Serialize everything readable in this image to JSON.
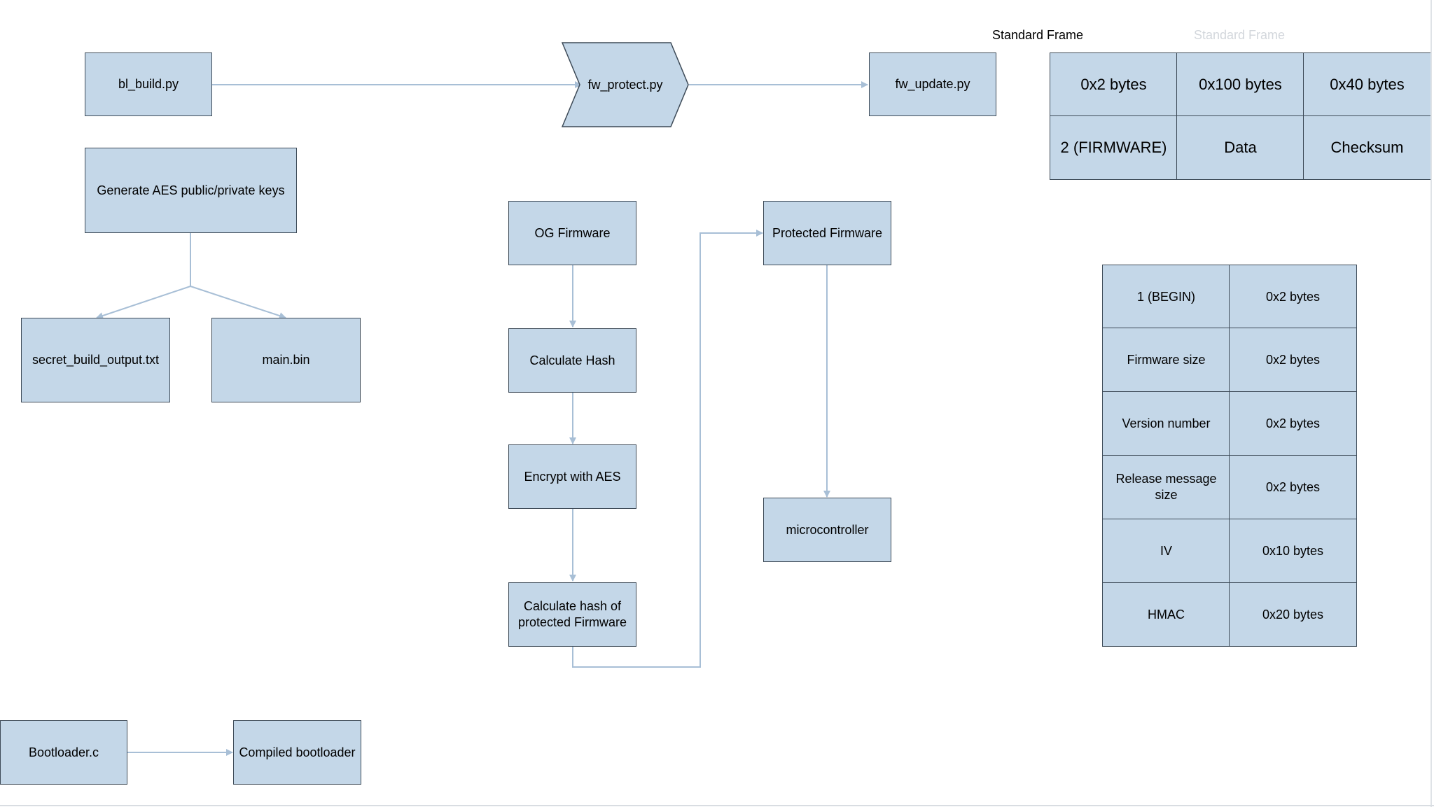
{
  "nodes": {
    "bl_build": "bl_build.py",
    "fw_protect": "fw_protect.py",
    "fw_update": "fw_update.py",
    "gen_keys": "Generate AES public/private keys",
    "secret_output": "secret_build_output.txt",
    "main_bin": "main.bin",
    "og_firmware": "OG Firmware",
    "calc_hash": "Calculate Hash",
    "encrypt_aes": "Encrypt with AES",
    "calc_hash_protected": "Calculate hash of protected Firmware",
    "protected_firmware": "Protected Firmware",
    "microcontroller": "microcontroller",
    "bootloader_c": "Bootloader.c",
    "compiled_bootloader": "Compiled bootloader"
  },
  "standard_frame": {
    "title": "Standard Frame",
    "title_faded": "Standard Frame",
    "rows": [
      [
        "0x2 bytes",
        "0x100 bytes",
        "0x40 bytes"
      ],
      [
        "2 (FIRMWARE)",
        "Data",
        "Checksum"
      ]
    ]
  },
  "begin_frame": {
    "rows": [
      [
        "1 (BEGIN)",
        "0x2 bytes"
      ],
      [
        "Firmware size",
        "0x2 bytes"
      ],
      [
        "Version number",
        "0x2 bytes"
      ],
      [
        "Release message size",
        "0x2 bytes"
      ],
      [
        "IV",
        "0x10 bytes"
      ],
      [
        "HMAC",
        "0x20 bytes"
      ]
    ]
  },
  "colors": {
    "box_fill": "#c4d7e8",
    "box_border": "#3d4a57",
    "connector": "#a8bfd6"
  }
}
